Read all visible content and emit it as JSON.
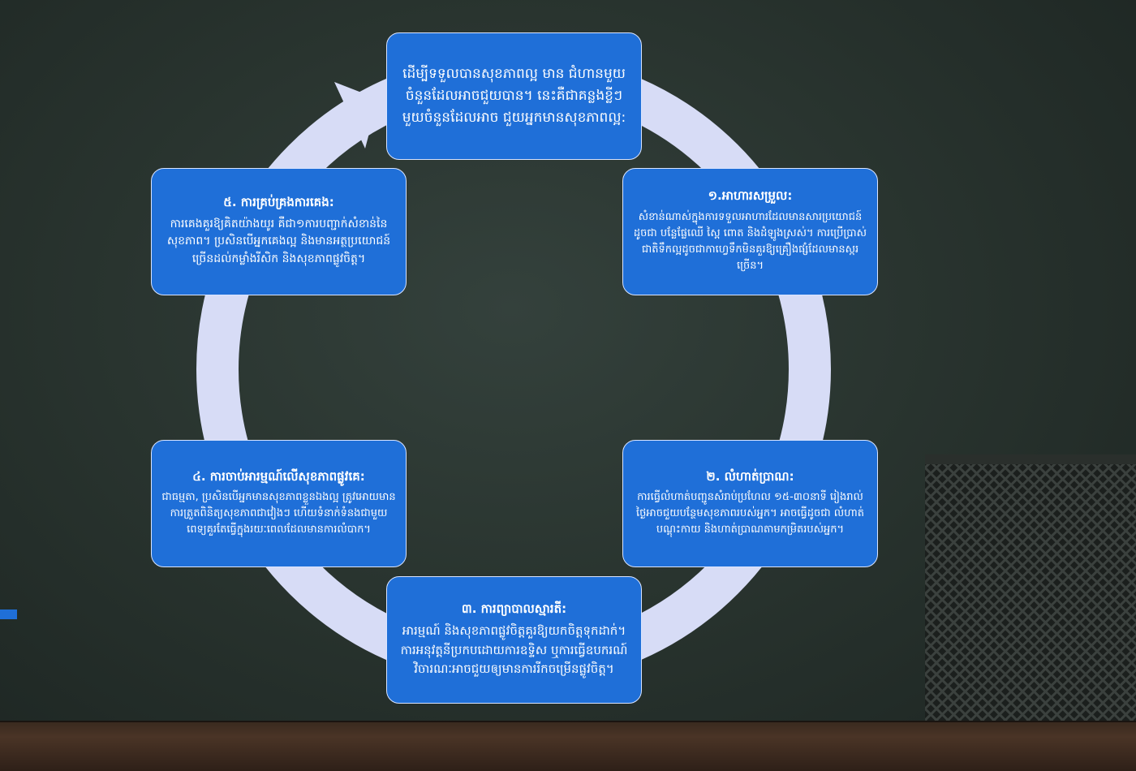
{
  "colors": {
    "box_fill": "#1f6fd8",
    "box_border": "#d8e4ff",
    "ring": "#d7dcf6",
    "background": "#2b3632"
  },
  "center": {
    "text": "ដើម្បីទទួលបានសុខភាពល្អ មាន ជំហានមួយចំនួនដែលអាចជួយបាន។ នេះគឺជាគន្លងខ្លីៗមួយចំនួនដែលអាច ជួយអ្នកមានសុខភាពល្អ:"
  },
  "steps": [
    {
      "title": "១.អាហារសម្រួល:",
      "text": "សំខាន់ណាស់ក្នុងការទទួលអាហារដែលមានសារប្រយោជន៍ ដូចជា បន្លែផ្លែឈើ ស្ពៃ ពោត និងដំឡូងស្រស់។ ការប្រើប្រាស់ជាតិទឹកល្អដូចជាកាហ្វេទឹកមិនគួរឱ្យគ្រឿងផ្សំដែលមានស្ករច្រើន។"
    },
    {
      "title": "២. លំហាត់ប្រាណ:",
      "text": "ការធ្វើលំហាត់បញ្ជូនសំរាប់ប្រហែល ១៥-៣០នាទី រៀងរាល់ថ្ងៃអាចជួយបន្ថែមសុខភាពរបស់អ្នក។ អាចធ្វើដូចជា លំហាត់បណ្តុះកាយ និងហាត់ប្រាណតាមកម្រិតរបស់អ្នក។"
    },
    {
      "title": "៣. ការព្យាបាលស្មារតី:",
      "text": "អារម្មណ៍ និងសុខភាពផ្លូវចិត្តគួរឱ្យយកចិត្តទុកដាក់។ ការអនុវត្តនីប្រកបដោយការឧទ្ទិស ឬការធ្វើឧបករណ៍វិចារណៈអាចជួយឲ្យមានការរីកចម្រើនផ្លូវចិត្ត។"
    },
    {
      "title": "៤. ការចាប់អារម្មណ៍លើសុខភាពផ្លូវគេ:",
      "text": "ជាធម្មតា, ប្រសិនបើអ្នកមានសុខភាពខ្លួនឯងល្អ ត្រូវអោយមានការត្រួតពិនិត្យសុខភាពជាវៀងៗ ហើយទំនាក់ទំនងជាមួយពេទ្យគួរតែធ្វើក្នុងរយៈពេលដែលមានការលំបាក។"
    },
    {
      "title": "៥. ការគ្រប់គ្រងការគេង:",
      "text": "ការគេងគួរឱ្យគិតយ៉ាងយូរ គឺជា១ការបញ្ជាក់សំខាន់នៃសុខភាព។ ប្រសិនបើអ្នកគេងល្អ និងមានអត្ថប្រយោជន៍ច្រើនដល់កម្លាំងរីសិក និងសុខភាពផ្លូវចិត្ត។"
    }
  ]
}
